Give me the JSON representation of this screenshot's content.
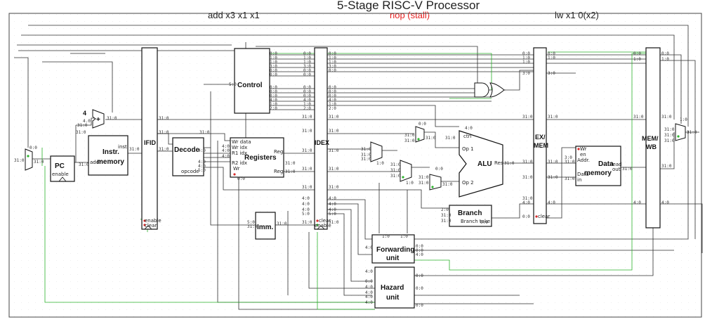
{
  "titles": {
    "main": "5-Stage RISC-V Processor",
    "fetch_stage": "add x3 x1 x1",
    "execute_stage": "nop (stall)",
    "memory_stage": "lw x1 0(x2)"
  },
  "blocks": {
    "pc": "PC",
    "pc_enable": "enable",
    "instr_mem_1": "Instr.",
    "instr_mem_2": "memory",
    "instr_mem_addr": "addr",
    "instr_mem_inst": "inst",
    "ifid": "IFID",
    "ifid_enable": "enable",
    "ifid_clear": "clear",
    "decode": "Decode",
    "decode_opcode": "opcode",
    "registers": "Registers",
    "reg_wr_data": "Wr data",
    "reg_wr_idx": "Wr idx",
    "reg_r1_idx": "R1 idx",
    "reg_r2_idx": "R2 idx",
    "reg_wr": "Wr",
    "reg_out1": "Reg",
    "reg_out2": "Reg",
    "control": "Control",
    "imm": "Imm.",
    "idex": "IDEX",
    "idex_clear": "clear",
    "idex_enable": "enable",
    "alu": "ALU",
    "alu_ctrl": "ctrl",
    "alu_op1": "Op 1",
    "alu_op2": "Op 2",
    "alu_res": "Res",
    "branch": "Branch",
    "branch_take": "Branch take",
    "exmem_1": "EX/",
    "exmem_2": "MEM",
    "exmem_clear": "clear",
    "datamem_1": "Data",
    "datamem_2": "memory",
    "datamem_wr": "Wr",
    "datamem_en": "en",
    "datamem_addr": "Addr.",
    "datamem_data": "Data",
    "datamem_in": "in",
    "datamem_read": "Read",
    "datamem_out": "out",
    "memwb_1": "MEM/",
    "memwb_2": "WB",
    "forwarding_1": "Forwarding",
    "forwarding_2": "unit",
    "hazard_1": "Hazard",
    "hazard_2": "unit",
    "adder_plus": "+",
    "adder_const": "4"
  },
  "signals": {
    "w31": "31:0",
    "w11": "1:0",
    "w10": "1:0",
    "w00": "0:0",
    "w40": "4:0",
    "w30": "3:0",
    "w20": "2:0",
    "w50": "5:0",
    "w60": "6:0",
    "w_40c": "4.0"
  }
}
